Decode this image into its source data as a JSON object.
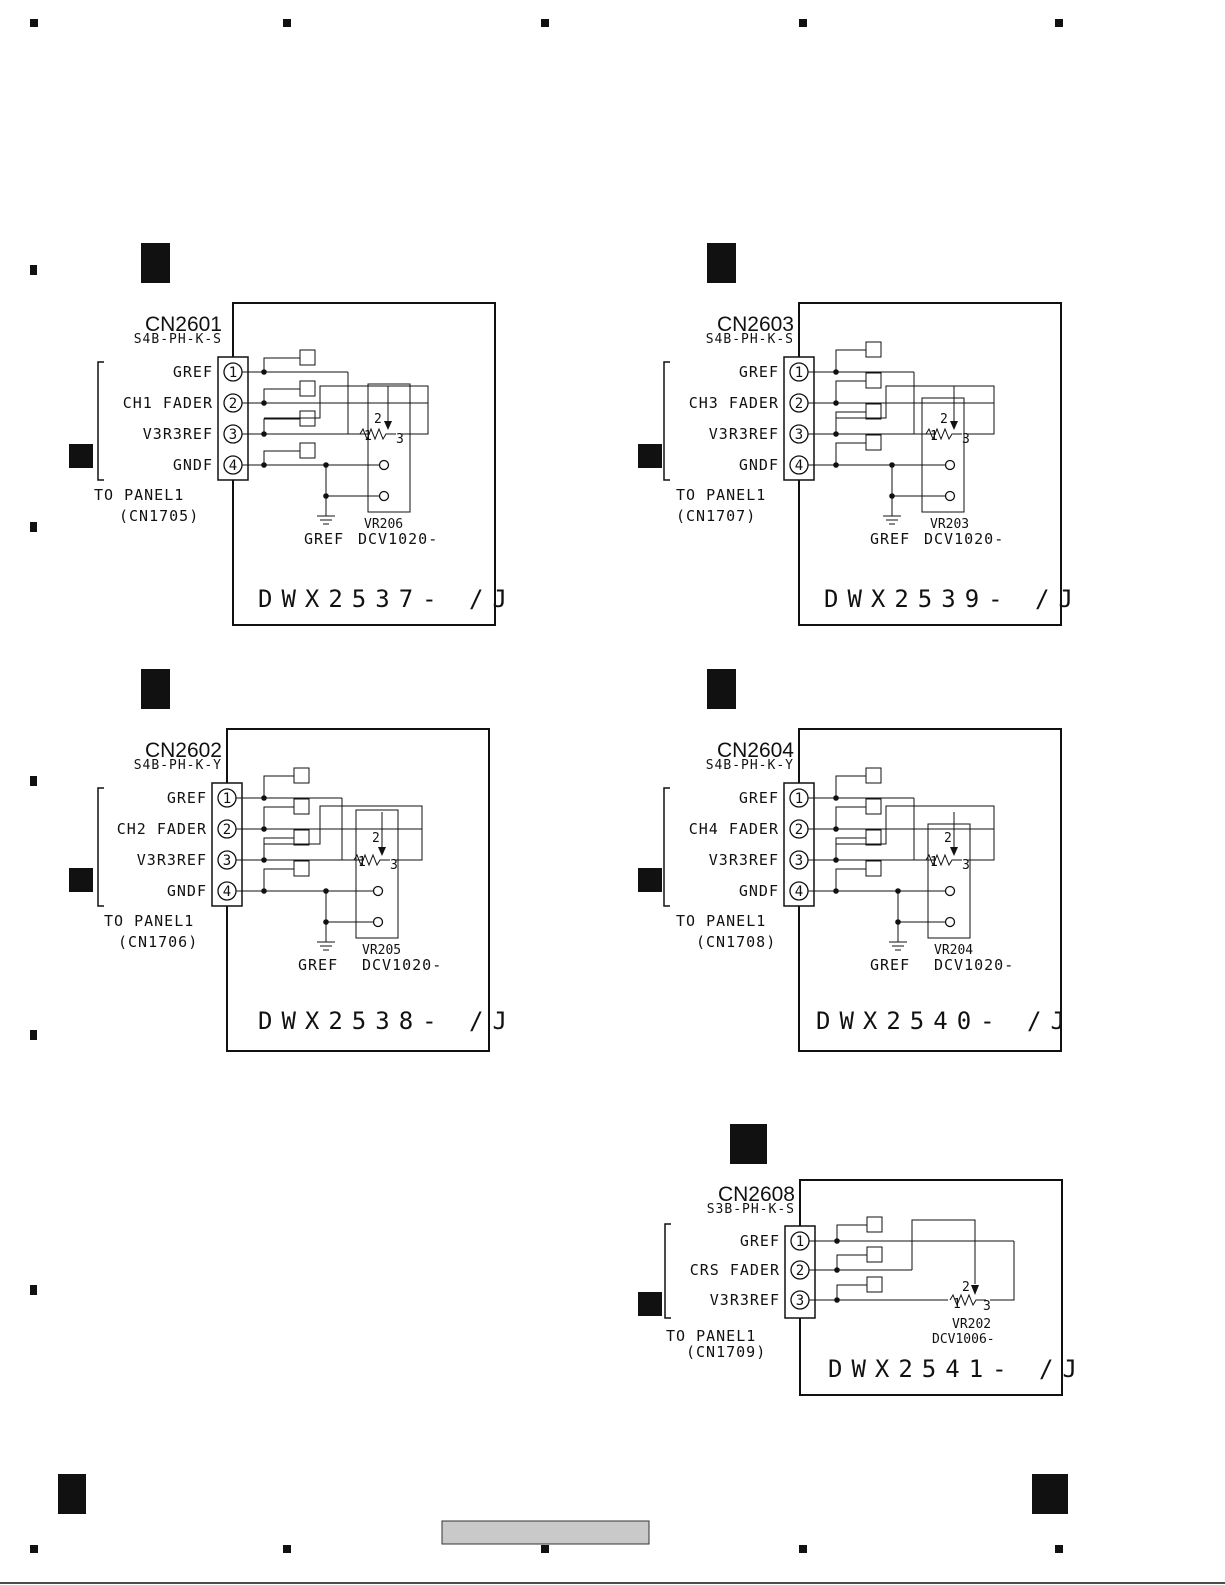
{
  "schematics": [
    {
      "id": "cn2601",
      "connector": "CN2601",
      "part": "S4B-PH-K-S",
      "pins": [
        {
          "num": "1",
          "label": "GREF"
        },
        {
          "num": "2",
          "label": "CH1 FADER"
        },
        {
          "num": "3",
          "label": "V3R3REF"
        },
        {
          "num": "4",
          "label": "GNDF"
        }
      ],
      "to_line1": "TO PANEL1",
      "to_line2": "(CN1705)",
      "vr_name": "VR206",
      "vr_part": "DCV1020-",
      "gnd_label": "GREF",
      "pot_pin1": "1",
      "pot_pin2": "2",
      "pot_pin3": "3",
      "board": "DWX2537- /J"
    },
    {
      "id": "cn2603",
      "connector": "CN2603",
      "part": "S4B-PH-K-S",
      "pins": [
        {
          "num": "1",
          "label": "GREF"
        },
        {
          "num": "2",
          "label": "CH3 FADER"
        },
        {
          "num": "3",
          "label": "V3R3REF"
        },
        {
          "num": "4",
          "label": "GNDF"
        }
      ],
      "to_line1": "TO PANEL1",
      "to_line2": "(CN1707)",
      "vr_name": "VR203",
      "vr_part": "DCV1020-",
      "gnd_label": "GREF",
      "pot_pin1": "1",
      "pot_pin2": "2",
      "pot_pin3": "3",
      "board": "DWX2539- /J"
    },
    {
      "id": "cn2602",
      "connector": "CN2602",
      "part": "S4B-PH-K-Y",
      "pins": [
        {
          "num": "1",
          "label": "GREF"
        },
        {
          "num": "2",
          "label": "CH2 FADER"
        },
        {
          "num": "3",
          "label": "V3R3REF"
        },
        {
          "num": "4",
          "label": "GNDF"
        }
      ],
      "to_line1": "TO PANEL1",
      "to_line2": "(CN1706)",
      "vr_name": "VR205",
      "vr_part": "DCV1020-",
      "gnd_label": "GREF",
      "pot_pin1": "1",
      "pot_pin2": "2",
      "pot_pin3": "3",
      "board": "DWX2538- /J"
    },
    {
      "id": "cn2604",
      "connector": "CN2604",
      "part": "S4B-PH-K-Y",
      "pins": [
        {
          "num": "1",
          "label": "GREF"
        },
        {
          "num": "2",
          "label": "CH4 FADER"
        },
        {
          "num": "3",
          "label": "V3R3REF"
        },
        {
          "num": "4",
          "label": "GNDF"
        }
      ],
      "to_line1": "TO PANEL1",
      "to_line2": "(CN1708)",
      "vr_name": "VR204",
      "vr_part": "DCV1020-",
      "gnd_label": "GREF",
      "pot_pin1": "1",
      "pot_pin2": "2",
      "pot_pin3": "3",
      "board": "DWX2540- /J"
    },
    {
      "id": "cn2608",
      "connector": "CN2608",
      "part": "S3B-PH-K-S",
      "pins": [
        {
          "num": "1",
          "label": "GREF"
        },
        {
          "num": "2",
          "label": "CRS FADER"
        },
        {
          "num": "3",
          "label": "V3R3REF"
        }
      ],
      "to_line1": "TO PANEL1",
      "to_line2": "(CN1709)",
      "vr_name": "VR202",
      "vr_part": "DCV1006-",
      "pot_pin1": "1",
      "pot_pin2": "2",
      "pot_pin3": "3",
      "board": "DWX2541- /J"
    }
  ]
}
